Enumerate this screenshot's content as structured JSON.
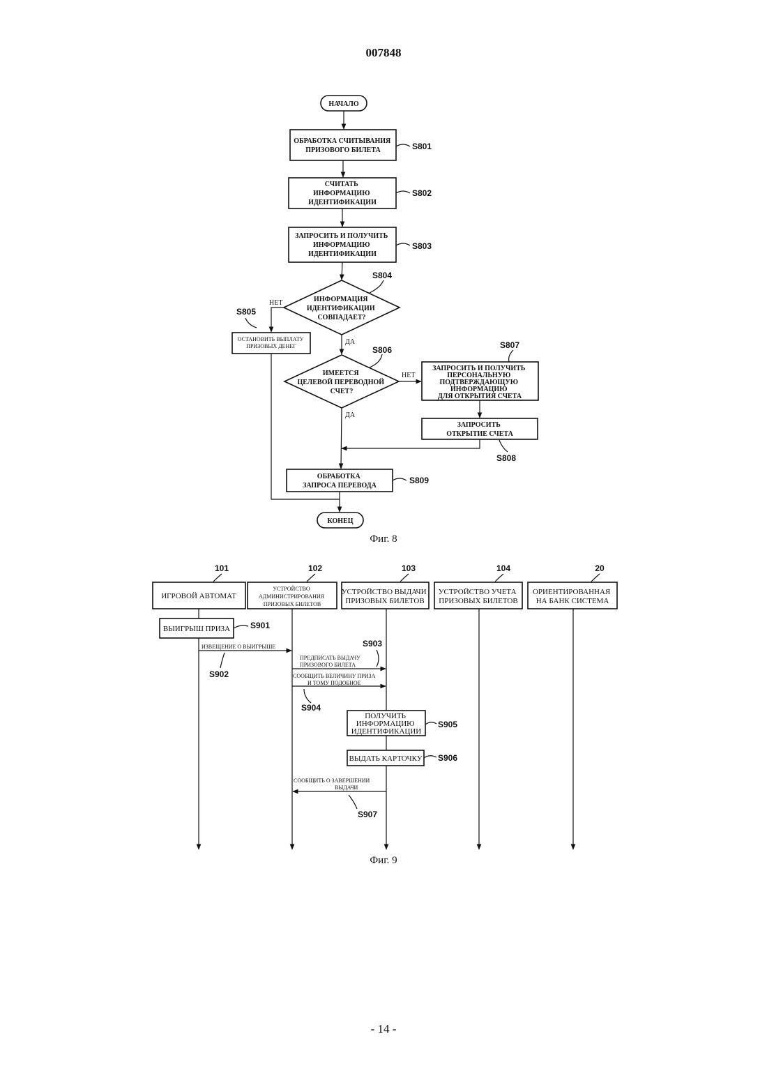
{
  "header": {
    "doc_number": "007848"
  },
  "footer": {
    "page_number": "- 14 -"
  },
  "fig8": {
    "caption": "Фиг. 8",
    "start": "НАЧАЛО",
    "end": "КОНЕЦ",
    "steps": {
      "s801": {
        "id": "S801",
        "lines": [
          "ОБРАБОТКА СЧИТЫВАНИЯ",
          "ПРИЗОВОГО БИЛЕТА"
        ]
      },
      "s802": {
        "id": "S802",
        "lines": [
          "СЧИТАТЬ",
          "ИНФОРМАЦИЮ",
          "ИДЕНТИФИКАЦИИ"
        ]
      },
      "s803": {
        "id": "S803",
        "lines": [
          "ЗАПРОСИТЬ И ПОЛУЧИТЬ",
          "ИНФОРМАЦИЮ",
          "ИДЕНТИФИКАЦИИ"
        ]
      },
      "s804": {
        "id": "S804",
        "lines": [
          "ИНФОРМАЦИЯ",
          "ИДЕНТИФИКАЦИИ",
          "СОВПАДАЕТ?"
        ]
      },
      "s805": {
        "id": "S805",
        "lines": [
          "ОСТАНОВИТЬ ВЫПЛАТУ",
          "ПРИЗОВЫХ ДЕНЕГ"
        ]
      },
      "s806": {
        "id": "S806",
        "lines": [
          "ИМЕЕТСЯ",
          "ЦЕЛЕВОЙ ПЕРЕВОДНОЙ",
          "СЧЕТ?"
        ]
      },
      "s807": {
        "id": "S807",
        "lines": [
          "ЗАПРОСИТЬ И ПОЛУЧИТЬ",
          "ПЕРСОНАЛЬНУЮ",
          "ПОДТВЕРЖДАЮЩУЮ",
          "ИНФОРМАЦИЮ",
          "ДЛЯ ОТКРЫТИЯ СЧЕТА"
        ]
      },
      "s808": {
        "id": "S808",
        "lines": [
          "ЗАПРОСИТЬ",
          "ОТКРЫТИЕ СЧЕТА"
        ]
      },
      "s809": {
        "id": "S809",
        "lines": [
          "ОБРАБОТКА",
          "ЗАПРОСА ПЕРЕВОДА"
        ]
      }
    },
    "branches": {
      "no": "НЕТ",
      "yes": "ДА"
    }
  },
  "fig9": {
    "caption": "Фиг. 9",
    "entities": [
      {
        "ref": "101",
        "lines": [
          "ИГРОВОЙ АВТОМАТ"
        ]
      },
      {
        "ref": "102",
        "lines": [
          "УСТРОЙСТВО",
          "АДМИНИСТРИРОВАНИЯ",
          "ПРИЗОВЫХ БИЛЕТОВ"
        ]
      },
      {
        "ref": "103",
        "lines": [
          "УСТРОЙСТВО ВЫДАЧИ",
          "ПРИЗОВЫХ БИЛЕТОВ"
        ]
      },
      {
        "ref": "104",
        "lines": [
          "УСТРОЙСТВО УЧЕТА",
          "ПРИЗОВЫХ БИЛЕТОВ"
        ]
      },
      {
        "ref": "20",
        "lines": [
          "ОРИЕНТИРОВАННАЯ",
          "НА БАНК СИСТЕМА"
        ]
      }
    ],
    "s901": {
      "id": "S901",
      "lines": [
        "ВЫИГРЫШ ПРИЗА"
      ]
    },
    "s902": {
      "id": "S902",
      "lines": [
        "ИЗВЕЩЕНИЕ О ВЫИГРЫШЕ"
      ]
    },
    "s903": {
      "id": "S903",
      "lines": [
        "ПРЕДПИСАТЬ ВЫДАЧУ",
        "ПРИЗОВОГО БИЛЕТА"
      ]
    },
    "s904": {
      "id": "S904",
      "lines": [
        "СООБЩИТЬ ВЕЛИЧИНУ ПРИЗА",
        "И ТОМУ ПОДОБНОЕ"
      ]
    },
    "s905": {
      "id": "S905",
      "lines": [
        "ПОЛУЧИТЬ",
        "ИНФОРМАЦИЮ",
        "ИДЕНТИФИКАЦИИ"
      ]
    },
    "s906": {
      "id": "S906",
      "lines": [
        "ВЫДАТЬ КАРТОЧКУ"
      ]
    },
    "s907": {
      "id": "S907",
      "lines": [
        "СООБЩИТЬ О ЗАВЕРШЕНИИ",
        "ВЫДАЧИ"
      ]
    }
  }
}
